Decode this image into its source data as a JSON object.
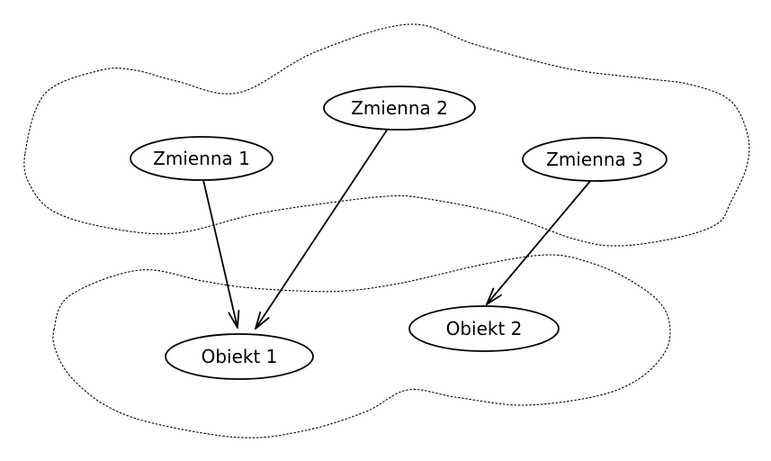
{
  "colors": {
    "background": "#ffffff",
    "line": "#000000",
    "text": "#000000",
    "node_fill": "#ffffff"
  },
  "diagram": {
    "type": "directed-graph",
    "nodes": [
      {
        "id": "zmienna1",
        "label": "Zmienna 1",
        "group": "variables"
      },
      {
        "id": "zmienna2",
        "label": "Zmienna 2",
        "group": "variables"
      },
      {
        "id": "zmienna3",
        "label": "Zmienna 3",
        "group": "variables"
      },
      {
        "id": "obiekt1",
        "label": "Obiekt 1",
        "group": "objects"
      },
      {
        "id": "obiekt2",
        "label": "Obiekt 2",
        "group": "objects"
      }
    ],
    "edges": [
      {
        "from": "zmienna1",
        "to": "obiekt1",
        "style": "solid",
        "arrowhead": "open-vee"
      },
      {
        "from": "zmienna2",
        "to": "obiekt1",
        "style": "solid",
        "arrowhead": "open-vee"
      },
      {
        "from": "zmienna3",
        "to": "obiekt2",
        "style": "solid",
        "arrowhead": "open-vee"
      }
    ],
    "groups": [
      {
        "id": "variables",
        "outline": "dotted-blob",
        "members": [
          "zmienna1",
          "zmienna2",
          "zmienna3"
        ]
      },
      {
        "id": "objects",
        "outline": "dotted-blob",
        "members": [
          "obiekt1",
          "obiekt2"
        ]
      }
    ]
  }
}
